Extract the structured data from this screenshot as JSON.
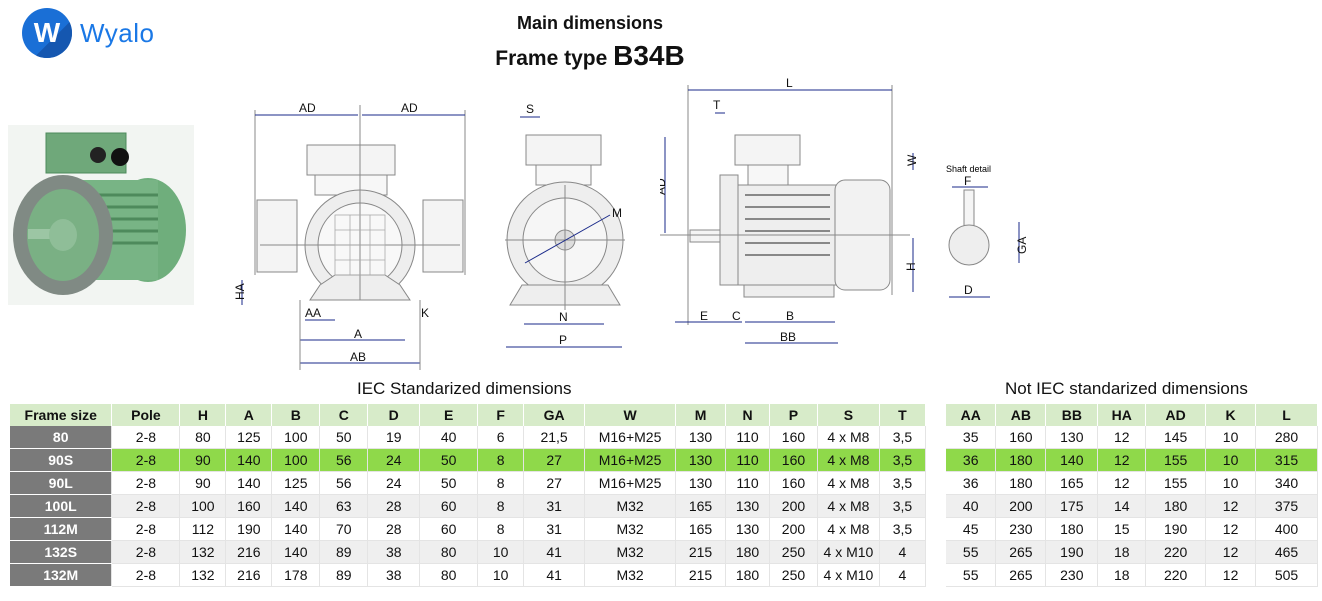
{
  "brand": {
    "logo_letter": "W",
    "name": "Wyalo"
  },
  "header": {
    "title": "Main dimensions",
    "subtitle_prefix": "Frame type",
    "frame_type": "B34B"
  },
  "diagrams": {
    "shaft_detail_label": "Shaft detail",
    "front_view_labels": [
      "AD",
      "AD",
      "HA",
      "AA",
      "K",
      "A",
      "AB"
    ],
    "flange_view_labels": [
      "S",
      "M",
      "N",
      "P"
    ],
    "side_view_labels": [
      "L",
      "T",
      "AD",
      "W",
      "H",
      "E",
      "C",
      "B",
      "BB"
    ],
    "shaft_labels": [
      "F",
      "GA",
      "D"
    ]
  },
  "iec_table": {
    "caption": "IEC Standarized dimensions",
    "headers": [
      "Frame size",
      "Pole",
      "H",
      "A",
      "B",
      "C",
      "D",
      "E",
      "F",
      "GA",
      "W",
      "M",
      "N",
      "P",
      "S",
      "T"
    ],
    "rows": [
      [
        "80",
        "2-8",
        "80",
        "125",
        "100",
        "50",
        "19",
        "40",
        "6",
        "21,5",
        "M16+M25",
        "130",
        "110",
        "160",
        "4 x M8",
        "3,5"
      ],
      [
        "90S",
        "2-8",
        "90",
        "140",
        "100",
        "56",
        "24",
        "50",
        "8",
        "27",
        "M16+M25",
        "130",
        "110",
        "160",
        "4 x M8",
        "3,5"
      ],
      [
        "90L",
        "2-8",
        "90",
        "140",
        "125",
        "56",
        "24",
        "50",
        "8",
        "27",
        "M16+M25",
        "130",
        "110",
        "160",
        "4 x M8",
        "3,5"
      ],
      [
        "100L",
        "2-8",
        "100",
        "160",
        "140",
        "63",
        "28",
        "60",
        "8",
        "31",
        "M32",
        "165",
        "130",
        "200",
        "4 x M8",
        "3,5"
      ],
      [
        "112M",
        "2-8",
        "112",
        "190",
        "140",
        "70",
        "28",
        "60",
        "8",
        "31",
        "M32",
        "165",
        "130",
        "200",
        "4 x M8",
        "3,5"
      ],
      [
        "132S",
        "2-8",
        "132",
        "216",
        "140",
        "89",
        "38",
        "80",
        "10",
        "41",
        "M32",
        "215",
        "180",
        "250",
        "4 x M10",
        "4"
      ],
      [
        "132M",
        "2-8",
        "132",
        "216",
        "178",
        "89",
        "38",
        "80",
        "10",
        "41",
        "M32",
        "215",
        "180",
        "250",
        "4 x M10",
        "4"
      ]
    ],
    "highlighted_row": "90S"
  },
  "non_iec_table": {
    "caption": "Not IEC standarized dimensions",
    "headers": [
      "AA",
      "AB",
      "BB",
      "HA",
      "AD",
      "K",
      "L"
    ],
    "rows": [
      [
        "35",
        "160",
        "130",
        "12",
        "145",
        "10",
        "280"
      ],
      [
        "36",
        "180",
        "140",
        "12",
        "155",
        "10",
        "315"
      ],
      [
        "36",
        "180",
        "165",
        "12",
        "155",
        "10",
        "340"
      ],
      [
        "40",
        "200",
        "175",
        "14",
        "180",
        "12",
        "375"
      ],
      [
        "45",
        "230",
        "180",
        "15",
        "190",
        "12",
        "400"
      ],
      [
        "55",
        "265",
        "190",
        "18",
        "220",
        "12",
        "465"
      ],
      [
        "55",
        "265",
        "230",
        "18",
        "220",
        "12",
        "505"
      ]
    ]
  },
  "colors": {
    "header_green": "#d7ebc9",
    "highlight_green": "#8fd94a",
    "frame_gray": "#7a7a7a",
    "brand_blue": "#1a78e6",
    "dim_arrow": "#1a2a8a"
  }
}
